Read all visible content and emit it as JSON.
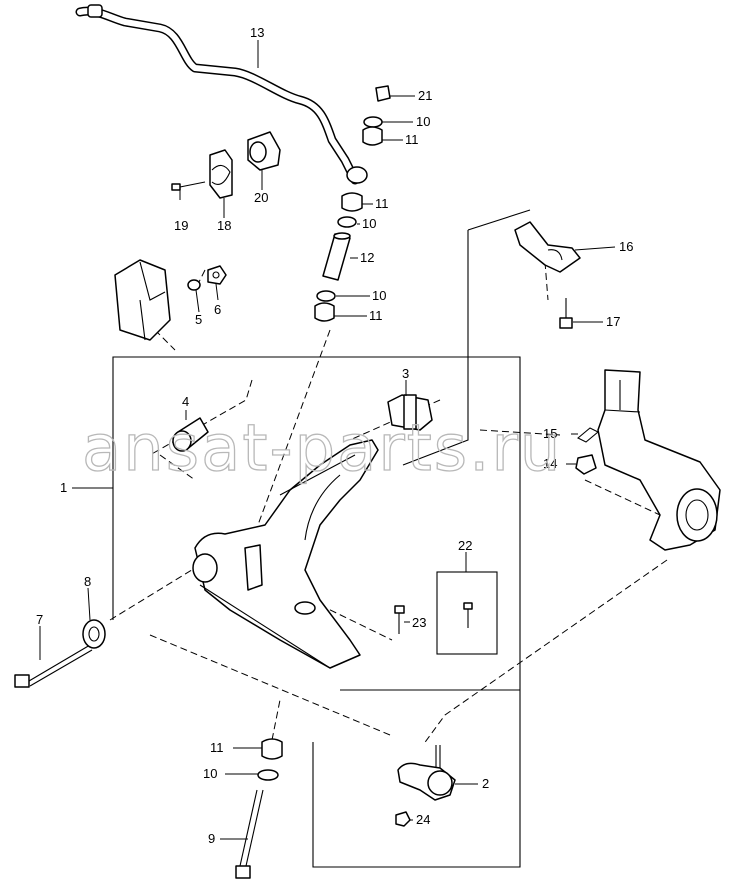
{
  "watermark": "ansat-parts.ru",
  "callouts": [
    {
      "id": "c1",
      "text": "1"
    },
    {
      "id": "c2",
      "text": "2"
    },
    {
      "id": "c3",
      "text": "3"
    },
    {
      "id": "c4",
      "text": "4"
    },
    {
      "id": "c5",
      "text": "5"
    },
    {
      "id": "c6",
      "text": "6"
    },
    {
      "id": "c7",
      "text": "7"
    },
    {
      "id": "c8",
      "text": "8"
    },
    {
      "id": "c9",
      "text": "9"
    },
    {
      "id": "c10a",
      "text": "10"
    },
    {
      "id": "c10b",
      "text": "10"
    },
    {
      "id": "c10c",
      "text": "10"
    },
    {
      "id": "c10d",
      "text": "10"
    },
    {
      "id": "c11a",
      "text": "11"
    },
    {
      "id": "c11b",
      "text": "11"
    },
    {
      "id": "c11c",
      "text": "11"
    },
    {
      "id": "c11d",
      "text": "11"
    },
    {
      "id": "c12",
      "text": "12"
    },
    {
      "id": "c13",
      "text": "13"
    },
    {
      "id": "c14",
      "text": "14"
    },
    {
      "id": "c15",
      "text": "15"
    },
    {
      "id": "c16",
      "text": "16"
    },
    {
      "id": "c17",
      "text": "17"
    },
    {
      "id": "c18",
      "text": "18"
    },
    {
      "id": "c19",
      "text": "19"
    },
    {
      "id": "c20",
      "text": "20"
    },
    {
      "id": "c21",
      "text": "21"
    },
    {
      "id": "c22",
      "text": "22"
    },
    {
      "id": "c23",
      "text": "23"
    },
    {
      "id": "c24",
      "text": "24"
    }
  ]
}
